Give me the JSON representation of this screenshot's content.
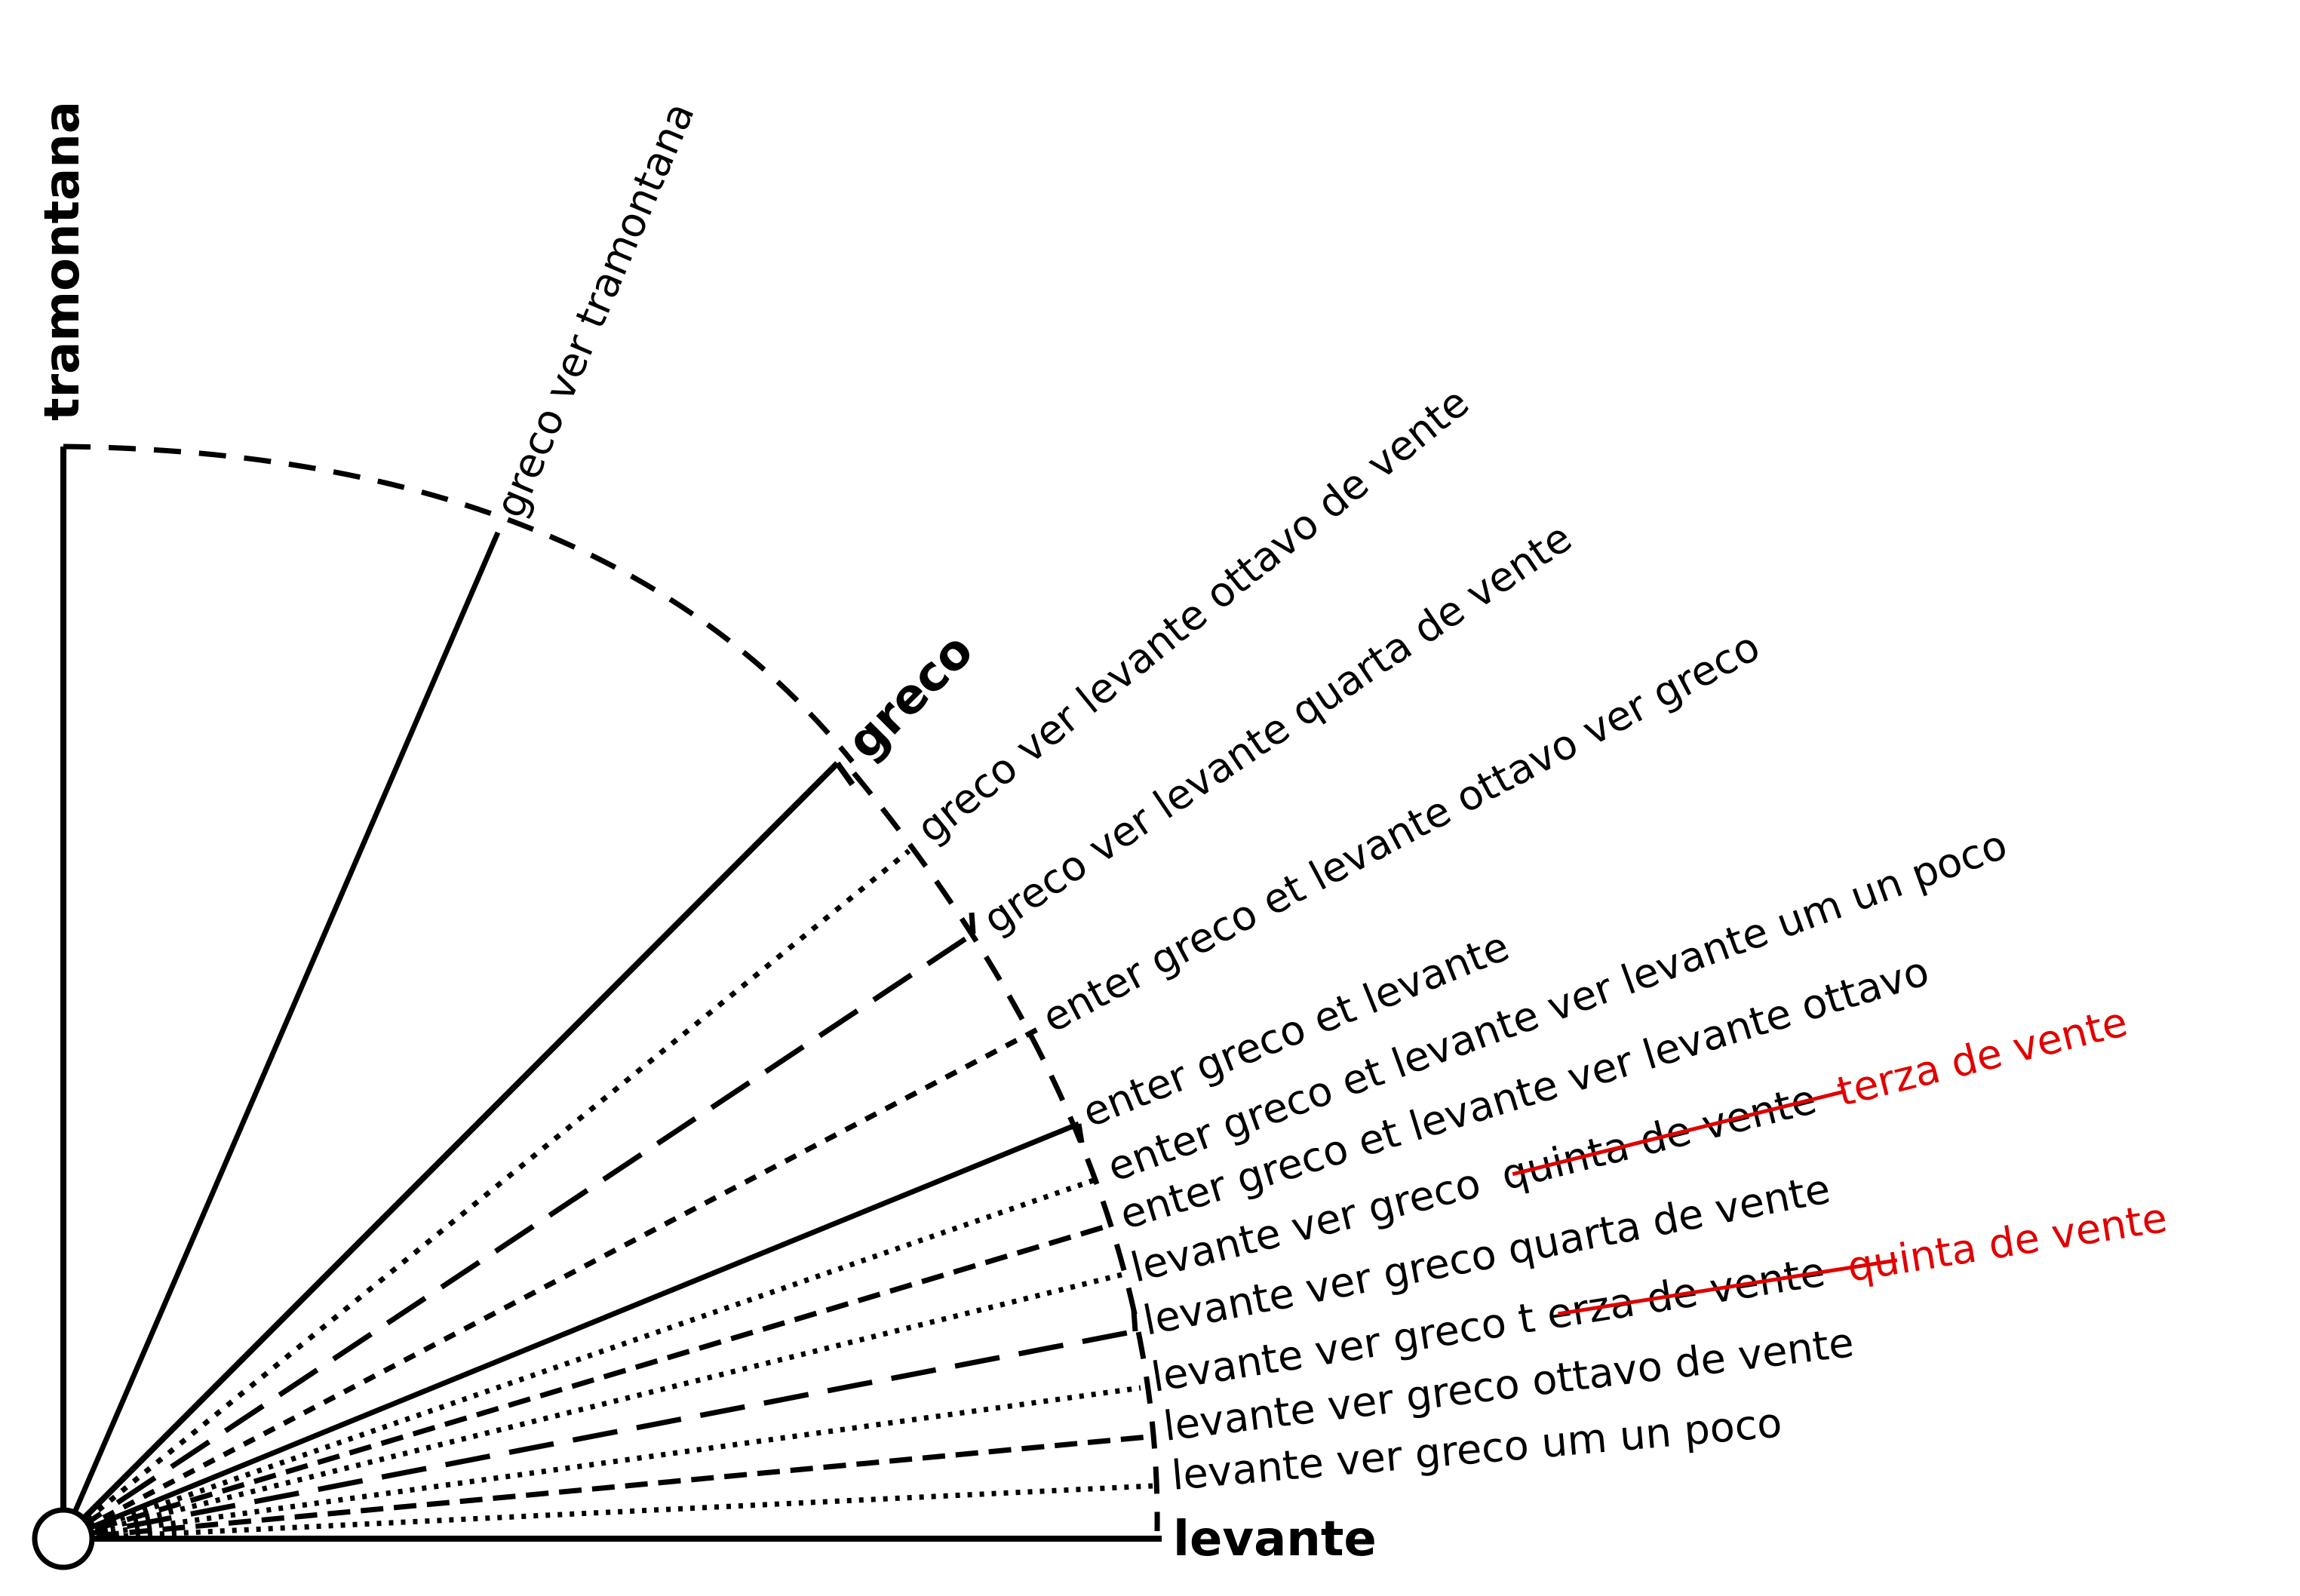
{
  "colors": {
    "ink": "#000000",
    "correction": "#e00000",
    "background": "#ffffff"
  },
  "cardinals": [
    {
      "key": "tramontana",
      "label": "tramontana"
    },
    {
      "key": "greco",
      "label": "greco"
    },
    {
      "key": "levante",
      "label": "levante"
    }
  ],
  "rhumbs": [
    {
      "key": "greco_ver_tramontana",
      "label": "greco ver tramontana"
    },
    {
      "key": "greco_ver_levante_ottavo",
      "label": "greco ver levante ottavo de vente"
    },
    {
      "key": "greco_ver_levante_quarta",
      "label": "greco ver levante quarta de vente"
    },
    {
      "key": "greco_et_levante_ottavo_ver_greco",
      "label": "enter greco et levante ottavo ver greco"
    },
    {
      "key": "enter_greco_et_levante",
      "label": "enter greco et levante"
    },
    {
      "key": "greco_et_levante_um_un_poco",
      "label": "enter greco et levante ver levante um un poco"
    },
    {
      "key": "greco_et_levante_ottavo_ver_levante",
      "label": "enter greco et levante ver levante ottavo"
    },
    {
      "key": "levante_ver_greco_quinta",
      "label": "levante ver greco",
      "struck": "quinta de vente",
      "correction": "terza de vente"
    },
    {
      "key": "levante_ver_greco_quarta",
      "label": "levante ver greco quarta de vente"
    },
    {
      "key": "levante_ver_greco_terza",
      "label": "levante ver greco t",
      "struck": "erza de vente",
      "correction": "quinta de vente"
    },
    {
      "key": "levante_ver_greco_ottavo",
      "label": "levante ver greco ottavo de vente"
    },
    {
      "key": "levante_ver_greco_um_un_poco",
      "label": "levante ver greco um un poco"
    }
  ]
}
